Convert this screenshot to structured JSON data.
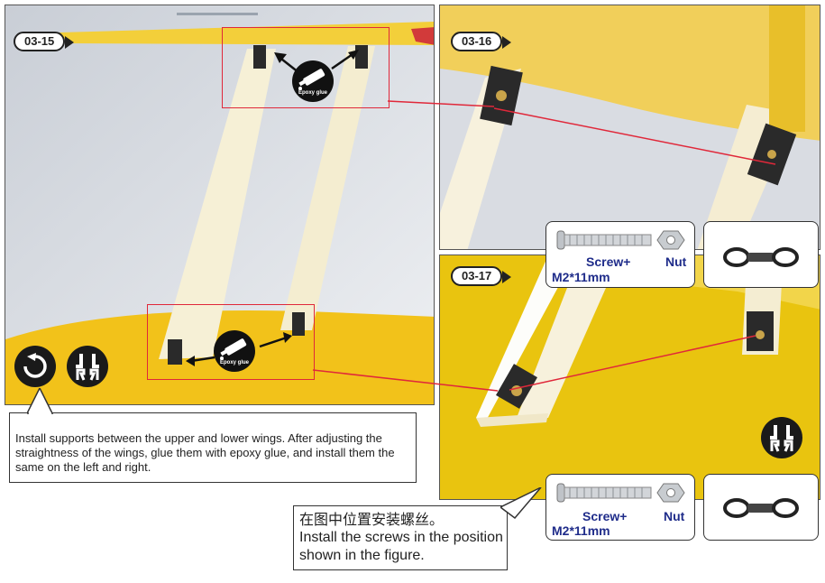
{
  "steps": {
    "left_label": "03-15",
    "top_right_label": "03-16",
    "bottom_right_label": "03-17"
  },
  "glue_badges": {
    "top_label": "Epoxy glue",
    "bottom_label": "Epoxy glue"
  },
  "hardware_top": {
    "screw_label": "Screw+",
    "screw_size": "M2*11mm",
    "nut_label": "Nut"
  },
  "hardware_bottom": {
    "screw_label": "Screw+",
    "screw_size": "M2*11mm",
    "nut_label": "Nut"
  },
  "instruction_main": {
    "text": "Install supports between the upper and lower wings. After adjusting the straightness of the wings, glue them with epoxy glue, and install them the same on the left and right."
  },
  "instruction_screws": {
    "line_cn": "在图中位置安装螺丝。",
    "line_en": "Install the screws in the position shown in the figure."
  },
  "icons": {
    "rotate": "rotate-icon",
    "mirror": "left-right-mirror-icon",
    "glue": "epoxy-glue-icon",
    "swivel": "swivel-connector-icon"
  },
  "colors": {
    "highlight": "#e0283a",
    "hardware_text": "#1f2c8a",
    "wing_yellow": "#f2c21a"
  }
}
